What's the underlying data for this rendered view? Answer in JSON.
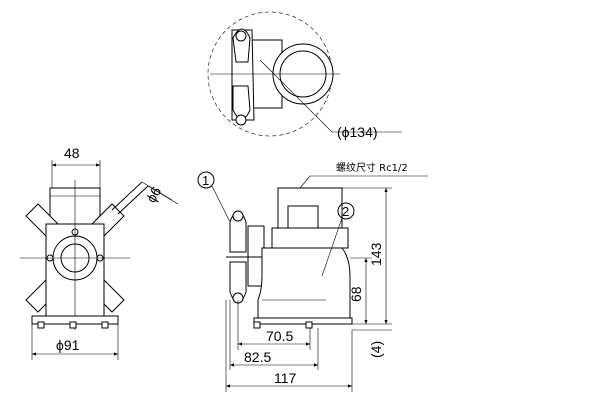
{
  "dimensions": {
    "top_diameter": "(ϕ134)",
    "left_width": "48",
    "pin_diameter": "ϕ6",
    "left_base_diameter": "ϕ91",
    "thread_note": "螺纹尺寸 Rc1/2",
    "height_total": "143",
    "height_lower": "68",
    "base_clearance": "(4)",
    "len_705": "70.5",
    "len_825": "82.5",
    "len_117": "117"
  },
  "callouts": {
    "part1": "1",
    "part2": "2"
  }
}
